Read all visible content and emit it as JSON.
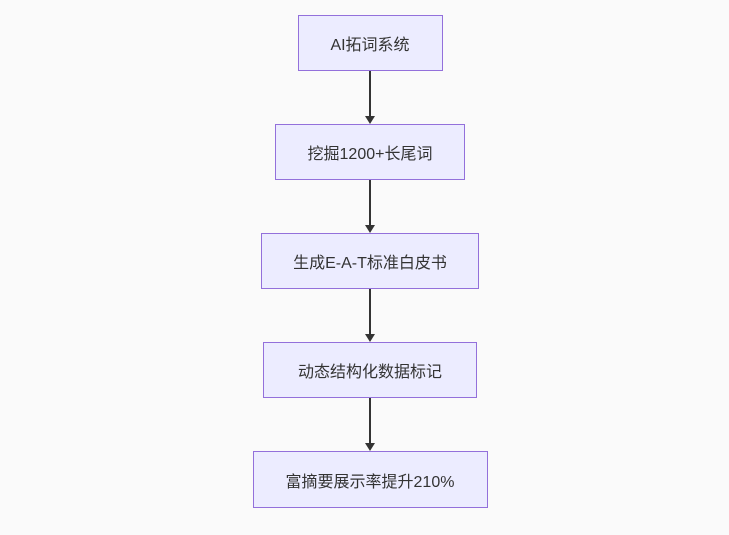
{
  "diagram": {
    "type": "flowchart",
    "direction": "top-down",
    "colors": {
      "background": "#FAFAFA",
      "node_fill": "#ECECFF",
      "node_border": "#9370DB",
      "node_text": "#333333",
      "arrow": "#333333"
    },
    "nodes": [
      {
        "id": "A",
        "label": "AI拓词系统"
      },
      {
        "id": "B",
        "label": "挖掘1200+长尾词"
      },
      {
        "id": "C",
        "label": "生成E-A-T标准白皮书"
      },
      {
        "id": "D",
        "label": "动态结构化数据标记"
      },
      {
        "id": "E",
        "label": "富摘要展示率提升210%"
      }
    ],
    "edges": [
      {
        "from": "A",
        "to": "B"
      },
      {
        "from": "B",
        "to": "C"
      },
      {
        "from": "C",
        "to": "D"
      },
      {
        "from": "D",
        "to": "E"
      }
    ]
  }
}
